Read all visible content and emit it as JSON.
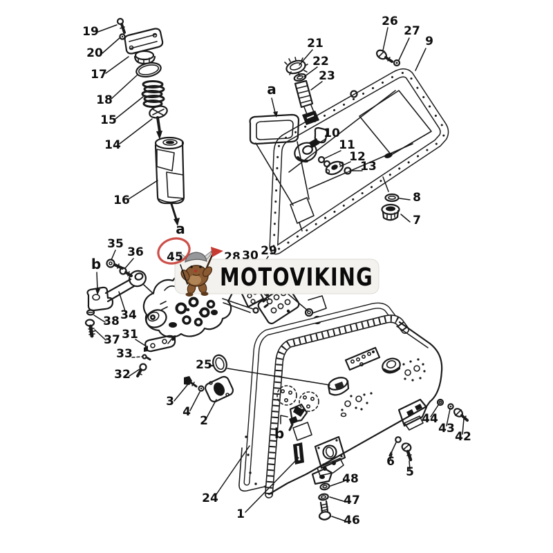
{
  "brand": {
    "name": "MOTOVIKING"
  },
  "highlight": {
    "circled_part": "45",
    "color": "#c8403a"
  },
  "labels": {
    "p1": "1",
    "p2": "2",
    "p3": "3",
    "p4": "4",
    "p5": "5",
    "p6": "6",
    "p7": "7",
    "p8": "8",
    "p9": "9",
    "p10": "10",
    "p11": "11",
    "p12": "12",
    "p13": "13",
    "p14": "14",
    "p15": "15",
    "p16": "16",
    "p17": "17",
    "p18": "18",
    "p19": "19",
    "p20": "20",
    "p21": "21",
    "p22": "22",
    "p23": "23",
    "p24": "24",
    "p25": "25",
    "p26": "26",
    "p27": "27",
    "p28": "28",
    "p29": "29",
    "p30": "30",
    "p31": "31",
    "p32": "32",
    "p33": "33",
    "p34": "34",
    "p35": "35",
    "p36": "36",
    "p37": "37",
    "p38": "38",
    "p42": "42",
    "p43": "43",
    "p44": "44",
    "p45": "45",
    "p46": "46",
    "p47": "47",
    "p48": "48",
    "refATop": "a",
    "refAMid": "a",
    "refBLeft": "b",
    "refBLower": "b"
  }
}
